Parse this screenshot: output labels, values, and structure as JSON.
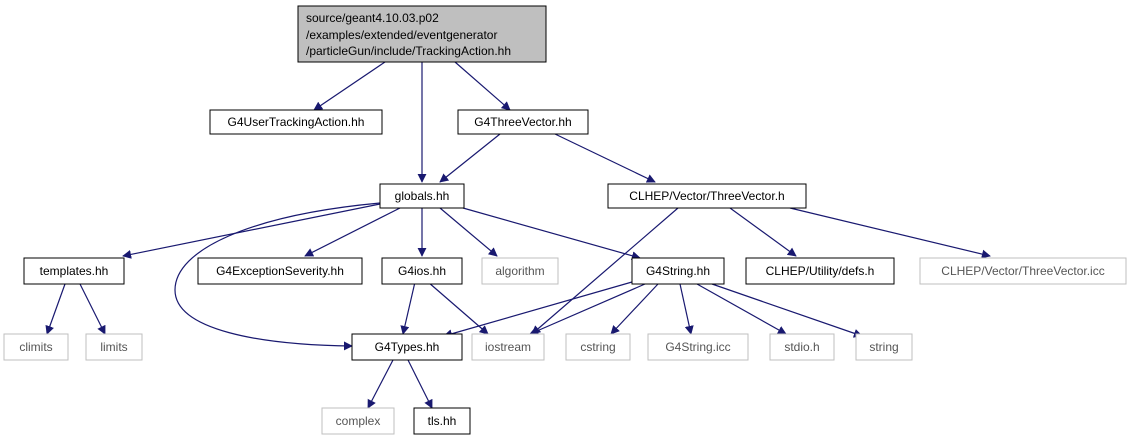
{
  "diagram": {
    "root": {
      "lines": [
        "source/geant4.10.03.p02",
        "/examples/extended/eventgenerator",
        "/particleGun/include/TrackingAction.hh"
      ],
      "fill": "#bfbfbf",
      "stroke": "#000000"
    },
    "nodes": {
      "g4usertrackingaction": "G4UserTrackingAction.hh",
      "g4threevector": "G4ThreeVector.hh",
      "globals": "globals.hh",
      "clhep_threevector_h": "CLHEP/Vector/ThreeVector.h",
      "templates": "templates.hh",
      "g4exceptionseverity": "G4ExceptionSeverity.hh",
      "g4ios": "G4ios.hh",
      "algorithm": "algorithm",
      "g4string": "G4String.hh",
      "clhep_defs": "CLHEP/Utility/defs.h",
      "clhep_threevector_icc": "CLHEP/Vector/ThreeVector.icc",
      "climits": "climits",
      "limits": "limits",
      "g4types": "G4Types.hh",
      "iostream": "iostream",
      "cstring": "cstring",
      "g4string_icc": "G4String.icc",
      "stdio": "stdio.h",
      "string": "string",
      "complex": "complex",
      "tls": "tls.hh"
    },
    "colors": {
      "edge": "#191970",
      "documented_border": "#000000",
      "external_border": "#bfbfbf",
      "external_text": "#555555",
      "text": "#000000"
    }
  }
}
